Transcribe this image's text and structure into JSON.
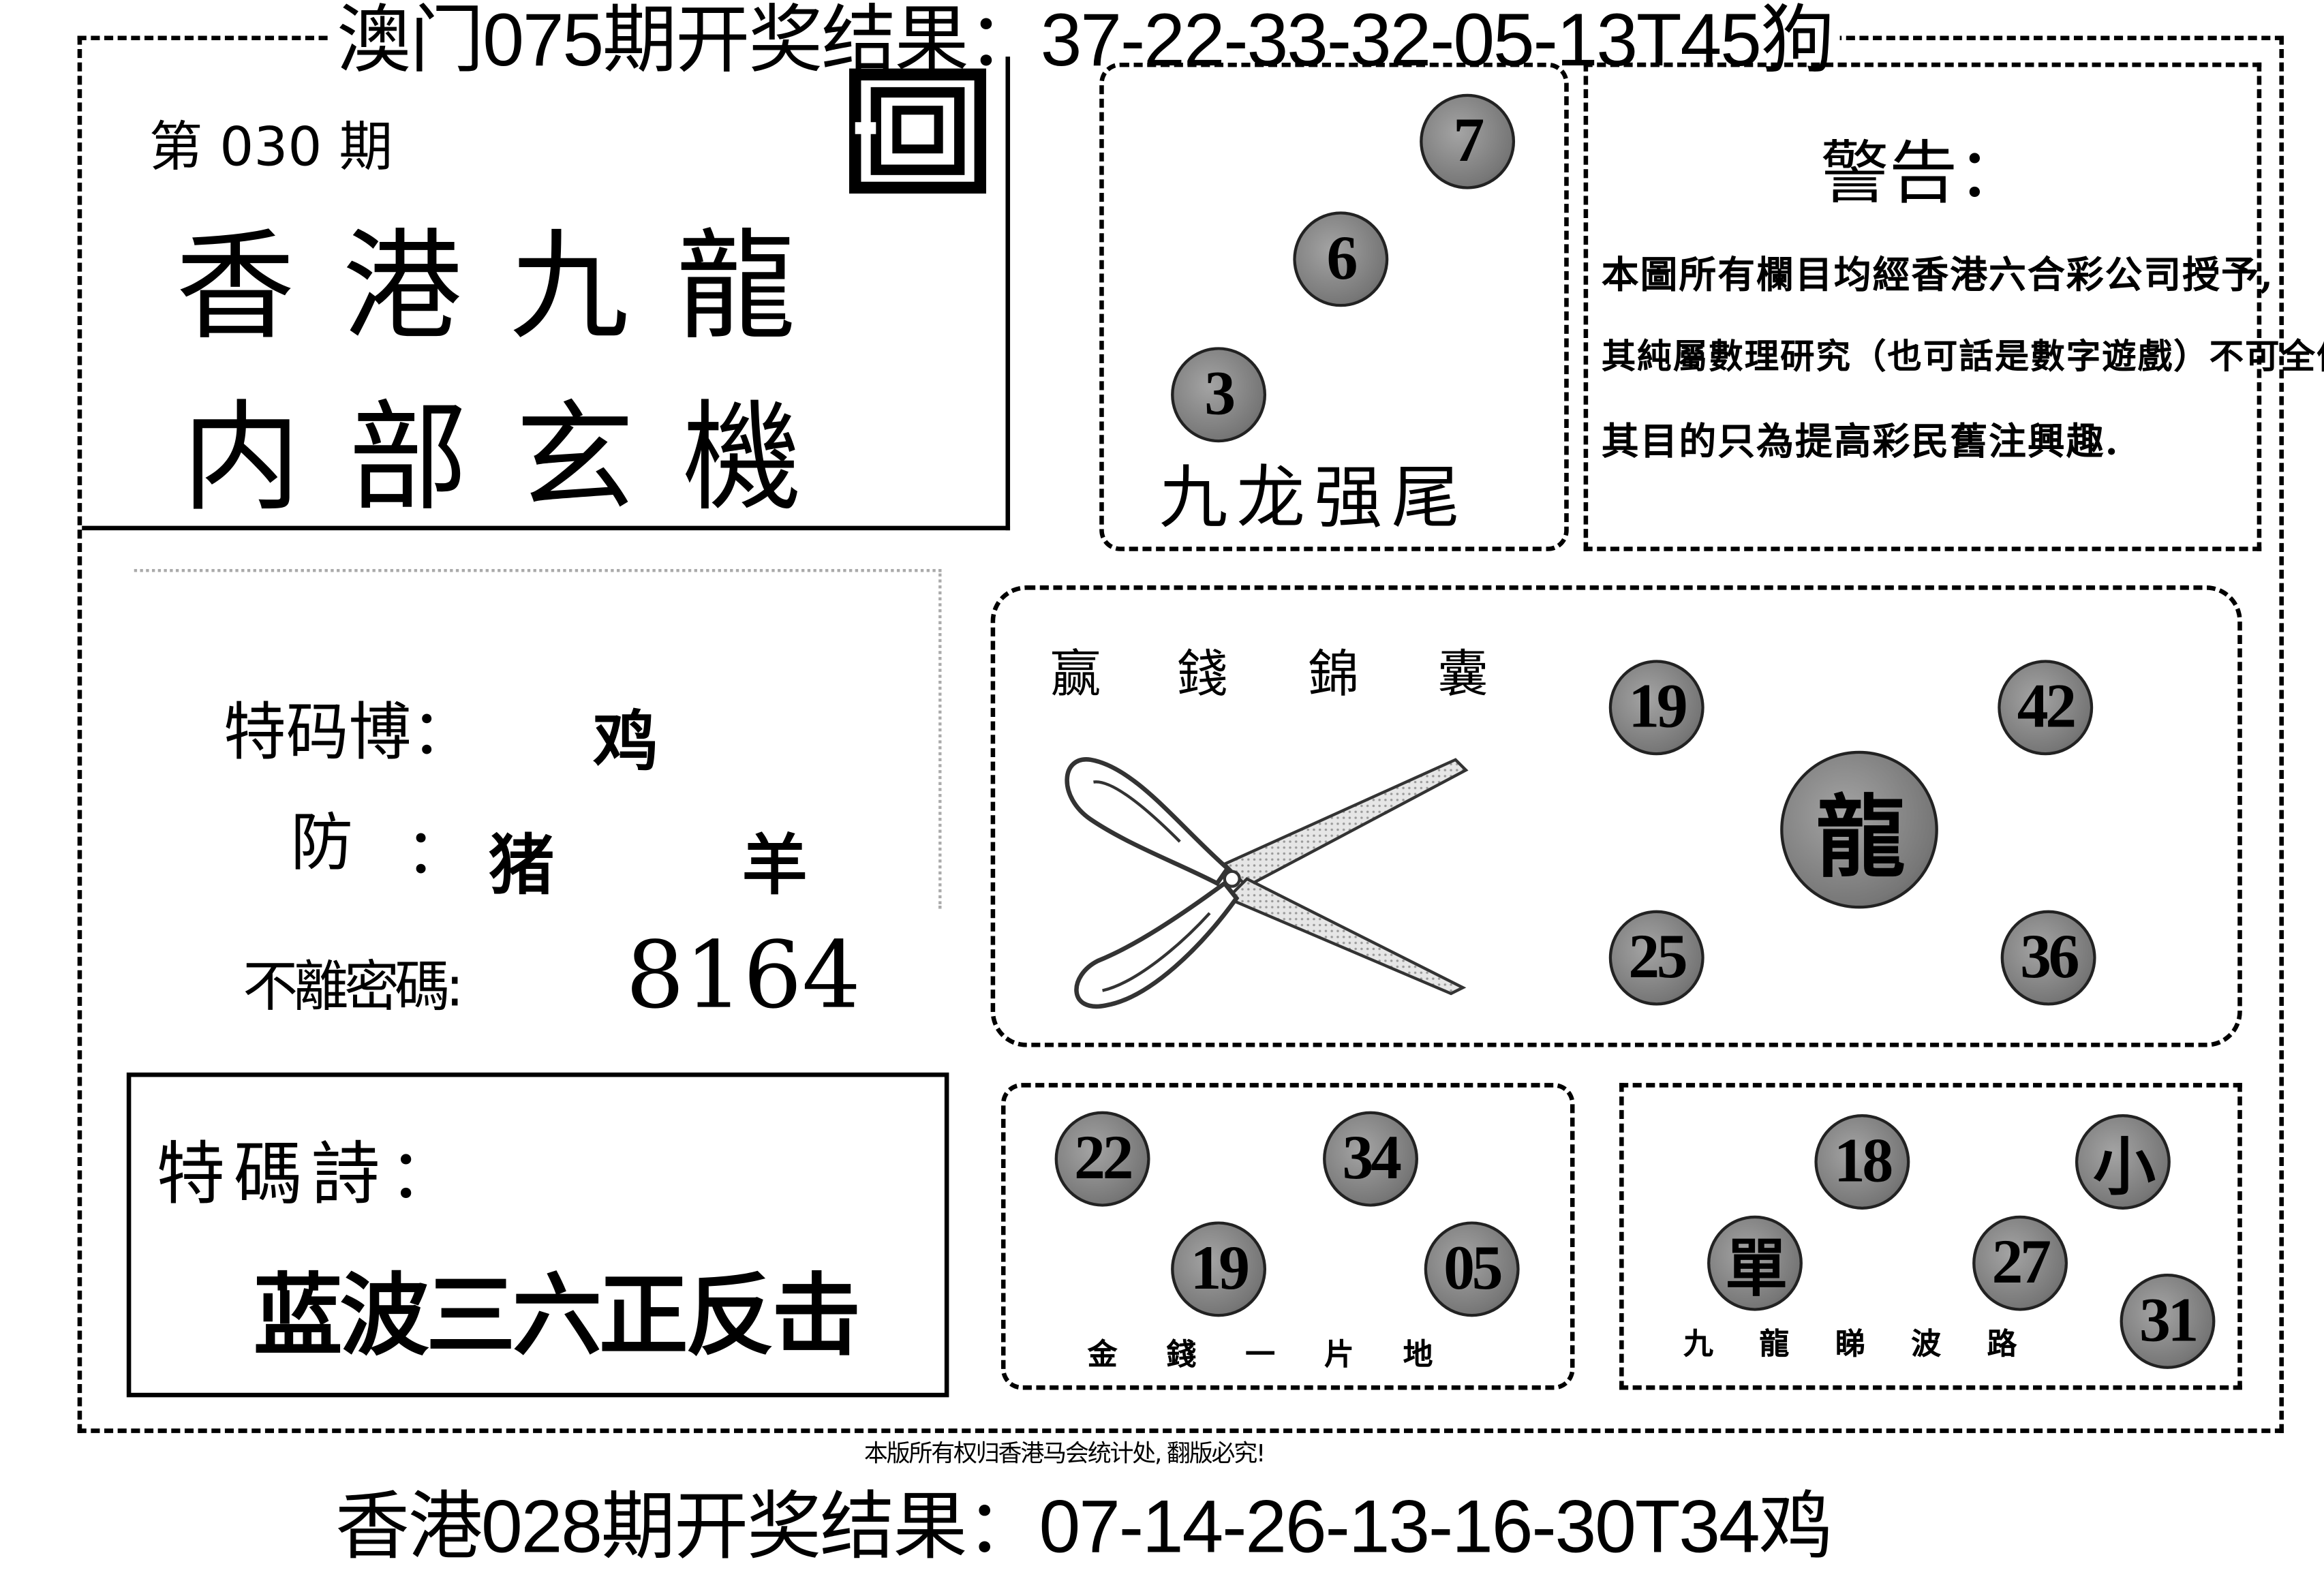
{
  "header": {
    "macau_result": "澳门075期开奖结果：37-22-33-32-05-13T45狗"
  },
  "title_box": {
    "issue": "第 030 期",
    "title_line1": "香港九龍",
    "title_line2": "内部玄機",
    "logo_icon": "maze-seal-icon"
  },
  "tail_box": {
    "balls": [
      "7",
      "6",
      "3"
    ],
    "caption": "九龙强尾"
  },
  "warning": {
    "title": "警告：",
    "lines": [
      "本圖所有欄目均經香港六合彩公司授予,",
      "其純屬數理研究（也可話是數字遊戲）不可全信",
      "其目的只為提高彩民舊注興趣."
    ]
  },
  "special": {
    "bet_label": "特码博：",
    "bet_value": "鸡",
    "guard_label": "防",
    "guard_colon": "：",
    "guard_values": [
      "猪",
      "羊"
    ],
    "code_label": "不離密碼:",
    "code_value": "8164"
  },
  "poem": {
    "label": "特碼詩：",
    "text": "蓝波三六正反击"
  },
  "tips_box": {
    "heading": [
      "赢",
      "錢",
      "錦",
      "囊"
    ],
    "scissors_icon": "scissors-icon",
    "balls": [
      "19",
      "42",
      "龍",
      "25",
      "36"
    ]
  },
  "money_box": {
    "balls": [
      "22",
      "34",
      "19",
      "05"
    ],
    "caption": "金 錢 一 片 地"
  },
  "wave_box": {
    "balls": [
      "18",
      "小",
      "單",
      "27",
      "31"
    ],
    "caption": "九 龍 睇 波 路"
  },
  "footer": {
    "copyright": "本版所有权归香港马会统计处, 翻版必究!",
    "hk_result": "香港028期开奖结果：07-14-26-13-16-30T34鸡"
  }
}
